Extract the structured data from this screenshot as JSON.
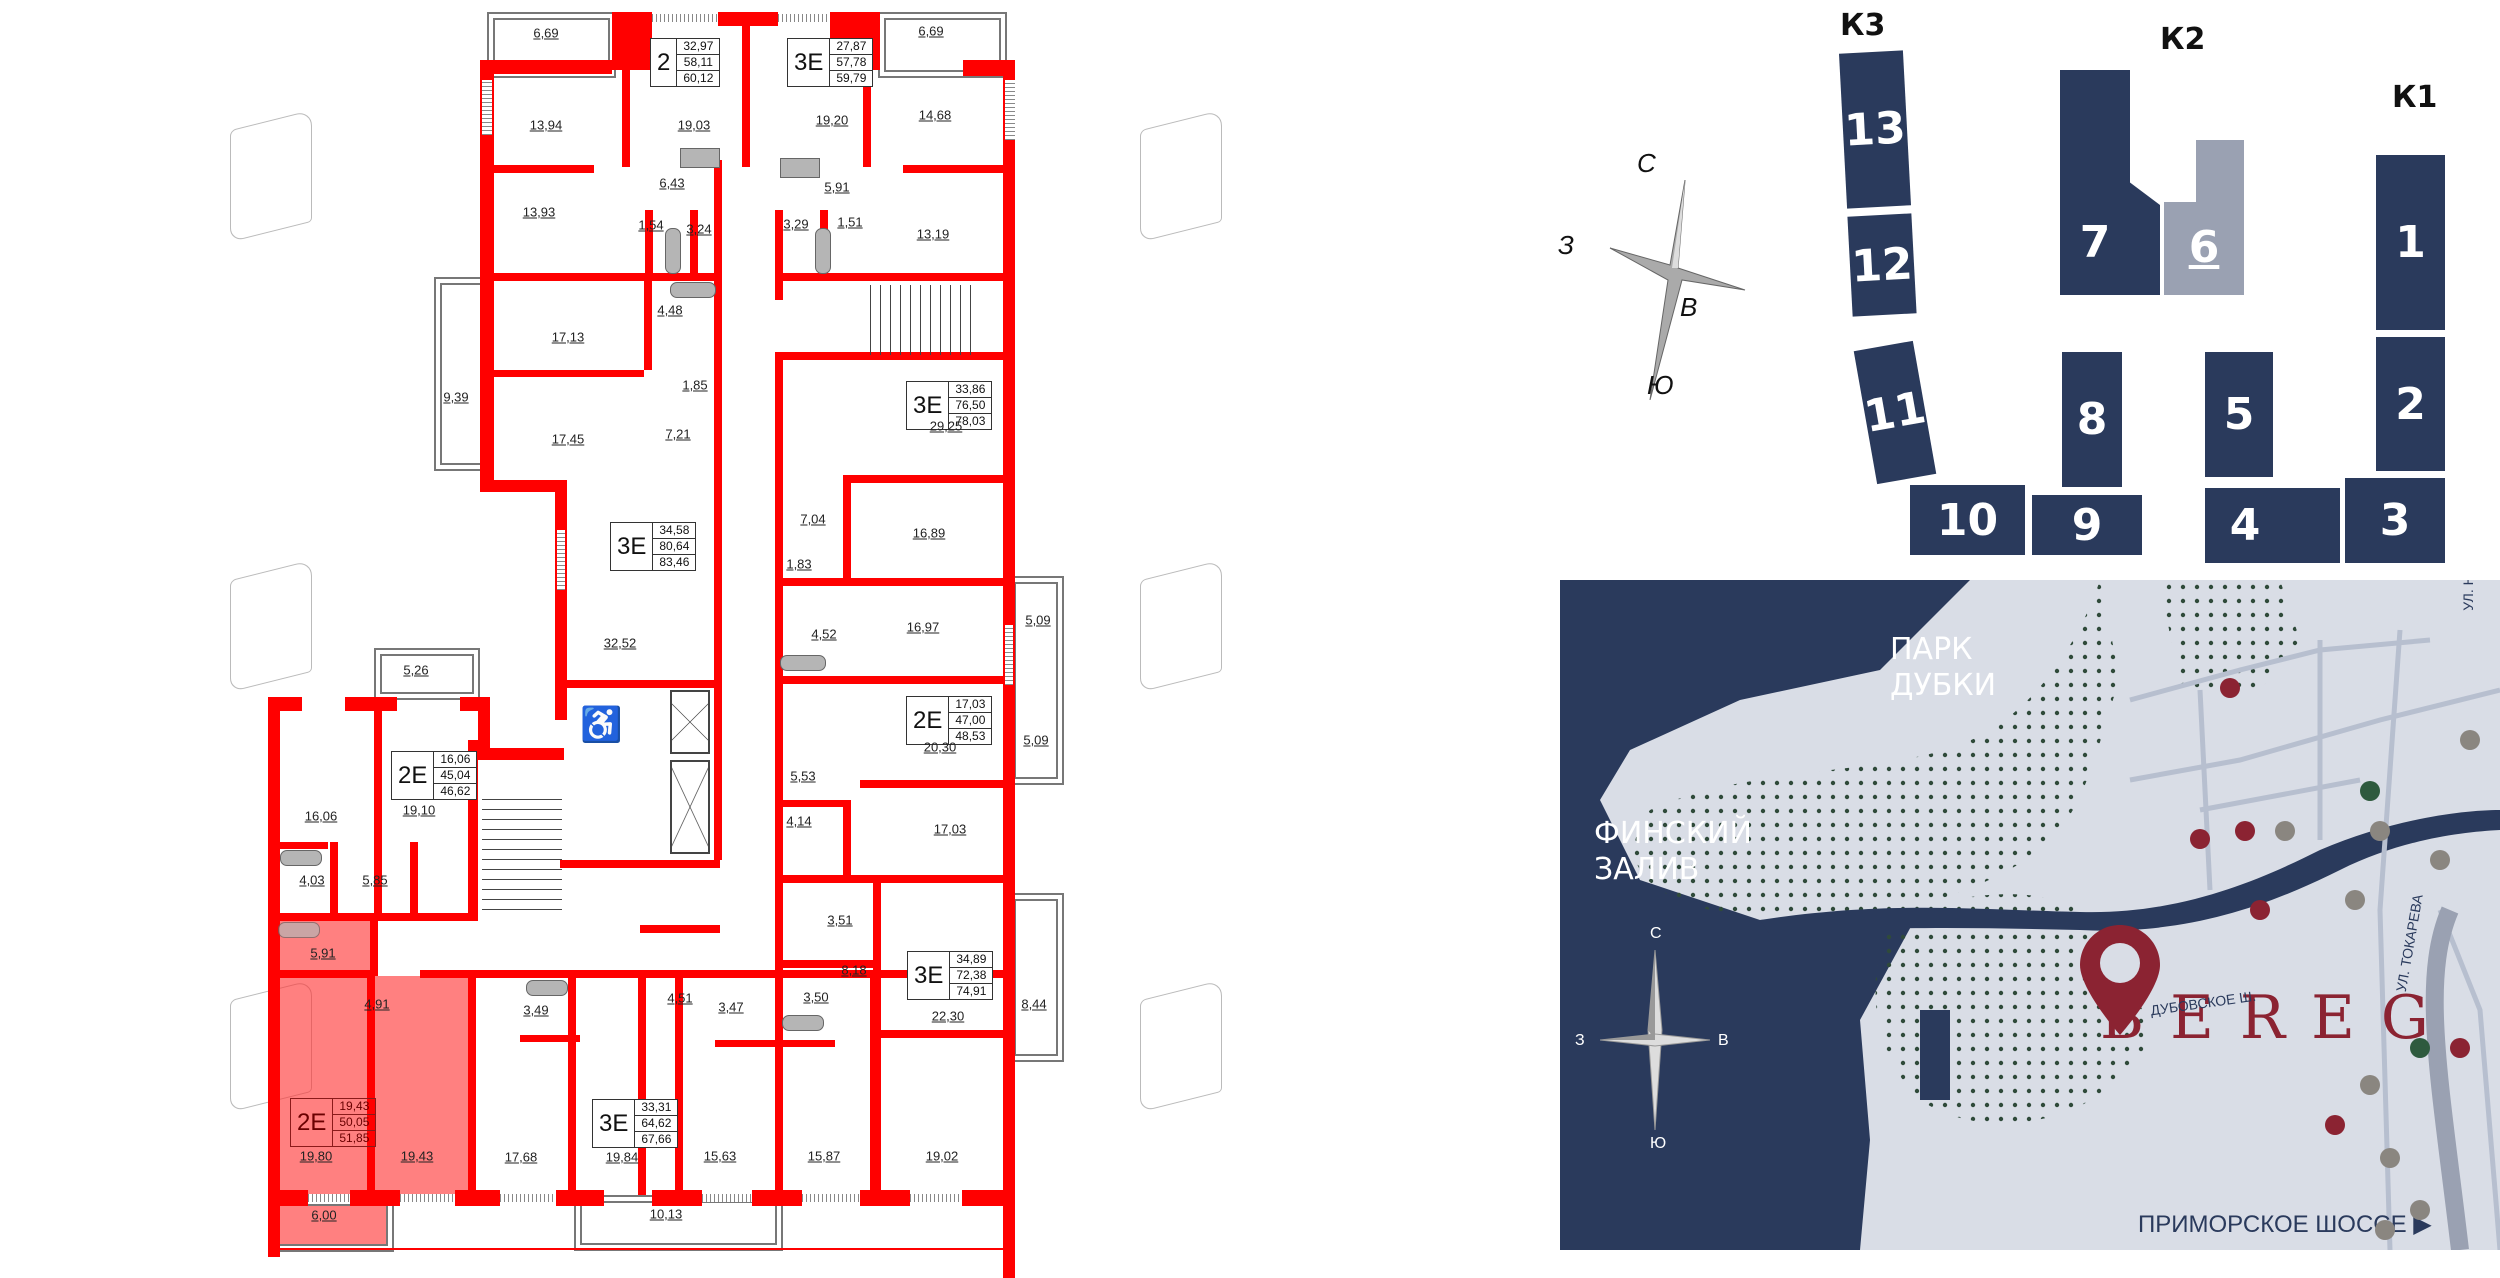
{
  "floor_plan": {
    "highlight_color": "#ff4040",
    "wall_color": "#ff0000",
    "apartments": [
      {
        "type": "2",
        "living": "32,97",
        "total": "58,11",
        "total_with_balcony": "60,12"
      },
      {
        "type": "3E",
        "living": "27,87",
        "total": "57,78",
        "total_with_balcony": "59,79"
      },
      {
        "type": "3E",
        "living": "33,86",
        "total": "76,50",
        "total_with_balcony": "78,03"
      },
      {
        "type": "3E",
        "living": "34,58",
        "total": "80,64",
        "total_with_balcony": "83,46"
      },
      {
        "type": "2E",
        "living": "17,03",
        "total": "47,00",
        "total_with_balcony": "48,53"
      },
      {
        "type": "2E",
        "living": "16,06",
        "total": "45,04",
        "total_with_balcony": "46,62"
      },
      {
        "type": "3E",
        "living": "34,89",
        "total": "72,38",
        "total_with_balcony": "74,91"
      },
      {
        "type": "3E",
        "living": "33,31",
        "total": "64,62",
        "total_with_balcony": "67,66"
      },
      {
        "type": "2E",
        "living": "19,43",
        "total": "50,05",
        "total_with_balcony": "51,85",
        "selected": true
      }
    ],
    "rooms": [
      "6,69",
      "19,03",
      "19,20",
      "6,69",
      "13,94",
      "14,68",
      "6,43",
      "5,91",
      "13,93",
      "1,54",
      "3,24",
      "3,29",
      "1,51",
      "13,19",
      "4,48",
      "17,13",
      "9,39",
      "1,85",
      "17,45",
      "7,21",
      "29,25",
      "32,52",
      "7,04",
      "16,89",
      "1,83",
      "4,52",
      "16,97",
      "5,09",
      "5,26",
      "20,30",
      "5,09",
      "5,53",
      "16,06",
      "19,10",
      "4,14",
      "17,03",
      "4,03",
      "5,85",
      "3,51",
      "5,91",
      "8,18",
      "4,91",
      "3,49",
      "4,51",
      "3,47",
      "3,50",
      "22,30",
      "8,44",
      "19,80",
      "19,43",
      "17,68",
      "19,84",
      "15,63",
      "15,87",
      "19,02",
      "6,00",
      "10,13"
    ]
  },
  "key_plan": {
    "sections": [
      "К3",
      "К2",
      "К1"
    ],
    "buildings": [
      "13",
      "12",
      "11",
      "10",
      "9",
      "8",
      "7",
      "6",
      "5",
      "4",
      "3",
      "2",
      "1"
    ],
    "selected_building": "6",
    "compass": {
      "n": "С",
      "s": "Ю",
      "w": "З",
      "e": "В"
    }
  },
  "location_map": {
    "labels": {
      "gulf": "ФИНСКИЙ ЗАЛИВ",
      "park": "ПАРК ДУБКИ",
      "road1": "ДУБОВСКОЕ Ш.",
      "road2": "УЛ. ТОКАРЕВА",
      "road3": "УЛ. Н",
      "highway": "ПРИМОРСКОЕ ШОССЕ ▶",
      "brand": "BEREG"
    },
    "compass": {
      "n": "С",
      "s": "Ю",
      "w": "З",
      "e": "В"
    },
    "colors": {
      "water": "#2a3a5c",
      "land": "#d9dde6",
      "pin": "#8b2332",
      "poi_red": "#8b2332",
      "poi_green": "#2e5a3e",
      "poi_gray": "#8a8680"
    }
  }
}
